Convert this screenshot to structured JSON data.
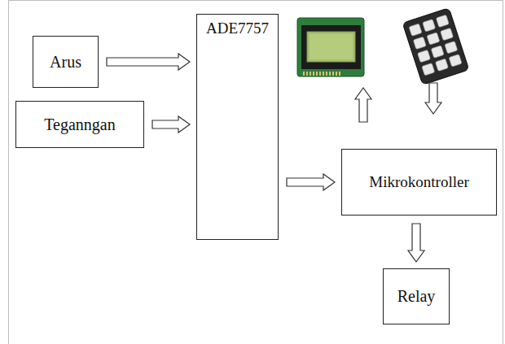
{
  "diagram": {
    "nodes": [
      {
        "text": [
          "Arus"
        ]
      },
      {
        "text": [
          "Teganngan"
        ]
      },
      {
        "text": [
          "ADE7757"
        ]
      },
      {
        "text": [
          "Mikrokontroller"
        ]
      },
      {
        "text": [
          "Relay"
        ]
      }
    ],
    "edges": [
      {
        "from": 0,
        "to": 2,
        "arrow": "to"
      },
      {
        "from": 1,
        "to": 2,
        "arrow": "to"
      },
      {
        "from": 2,
        "to": 3,
        "arrow": "to"
      },
      {
        "from": 3,
        "to": 4,
        "arrow": "to"
      }
    ]
  }
}
